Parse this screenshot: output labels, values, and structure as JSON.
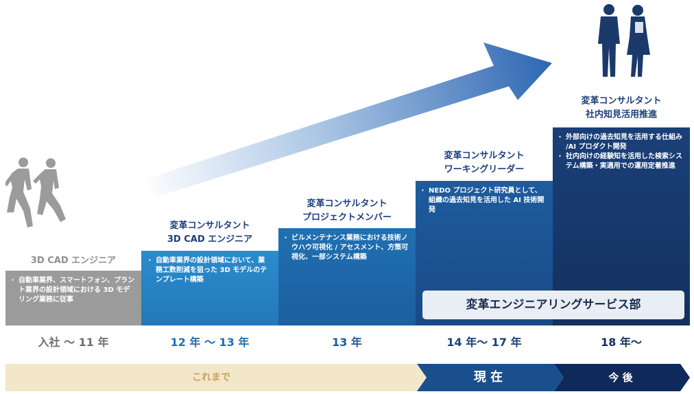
{
  "colors": {
    "gray": "#9b9b9b",
    "blue1": "#2a88c8",
    "blue2": "#1f6fae",
    "blue3": "#1c5a98",
    "blue4": "#1a3b73",
    "title_blue": "#1c3e7c",
    "past_bar": "#f3e7c9",
    "past_text": "#c8a260",
    "now_bar": "#1a4f8e",
    "future_bar": "#0f2a5a"
  },
  "stages": [
    {
      "title_lines": [
        "3D CAD エンジニア"
      ],
      "bullets": [
        "自動車業界、スマートフォン、プラント業界の設計領域における 3D モデリング業務に従事"
      ],
      "period": "入社 〜 11 年"
    },
    {
      "title_lines": [
        "変革コンサルタント",
        "3D CAD エンジニア"
      ],
      "bullets": [
        "自動車業界の設計領域において、業務工数削減を狙った 3D モデルのテンプレート構築"
      ],
      "period": "12 年 〜 13 年"
    },
    {
      "title_lines": [
        "変革コンサルタント",
        "プロジェクトメンバー"
      ],
      "bullets": [
        "ビルメンテナンス業務における技術ノウハウ可視化 / アセスメント、方策可視化、一部システム構築"
      ],
      "period": "13 年"
    },
    {
      "title_lines": [
        "変革コンサルタント",
        "ワーキングリーダー"
      ],
      "bullets": [
        "NEDO プロジェクト研究員として、組織の過去知見を活用した AI 技術開発"
      ],
      "period": "14 年〜 17 年"
    },
    {
      "title_lines": [
        "変革コンサルタント",
        "社内知見活用推進"
      ],
      "bullets": [
        "外部向けの過去知見を活用する仕組み /AI プロダクト開発",
        "社内向けの経験知を活用した検索システム構築・実適用での運用定着推進"
      ],
      "period": "18 年〜"
    }
  ],
  "department": "変革エンジニアリングサービス部",
  "timeline": {
    "past": "これまで",
    "now": "現 在",
    "future": "今 後"
  }
}
